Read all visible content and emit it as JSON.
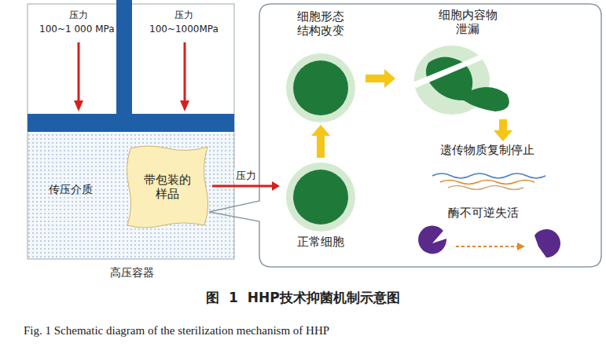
{
  "diagram": {
    "caption": "图 1 HHP技术抑菌机制示意图",
    "nodes": [
      {
        "text": [
          "传压介质",
          "高压容器"
        ]
      },
      {
        "text": [
          "带包装的样品"
        ],
        "in": 0
      },
      {
        "text": [
          "正常细胞"
        ]
      },
      {
        "text": [
          "细胞形态结构改变"
        ]
      },
      {
        "text": [
          "细胞内容物泄漏"
        ]
      },
      {
        "text": [
          "遗传物质复制停止"
        ]
      },
      {
        "text": [
          "酶不可逆失活"
        ]
      }
    ],
    "edges": [
      {
        "from": 1,
        "to": 2,
        "label": "压力",
        "arrow": "to"
      },
      {
        "from": 2,
        "to": 3,
        "arrow": "to"
      },
      {
        "from": 3,
        "to": 4,
        "arrow": "to"
      },
      {
        "from": 4,
        "to": 5,
        "arrow": "to"
      }
    ],
    "labels": [
      "压力",
      "100~1 000 MPa",
      "压力",
      "100~1000MPa",
      "Fig. 1 Schematic diagram of the sterilization mechanism of HHP"
    ]
  }
}
